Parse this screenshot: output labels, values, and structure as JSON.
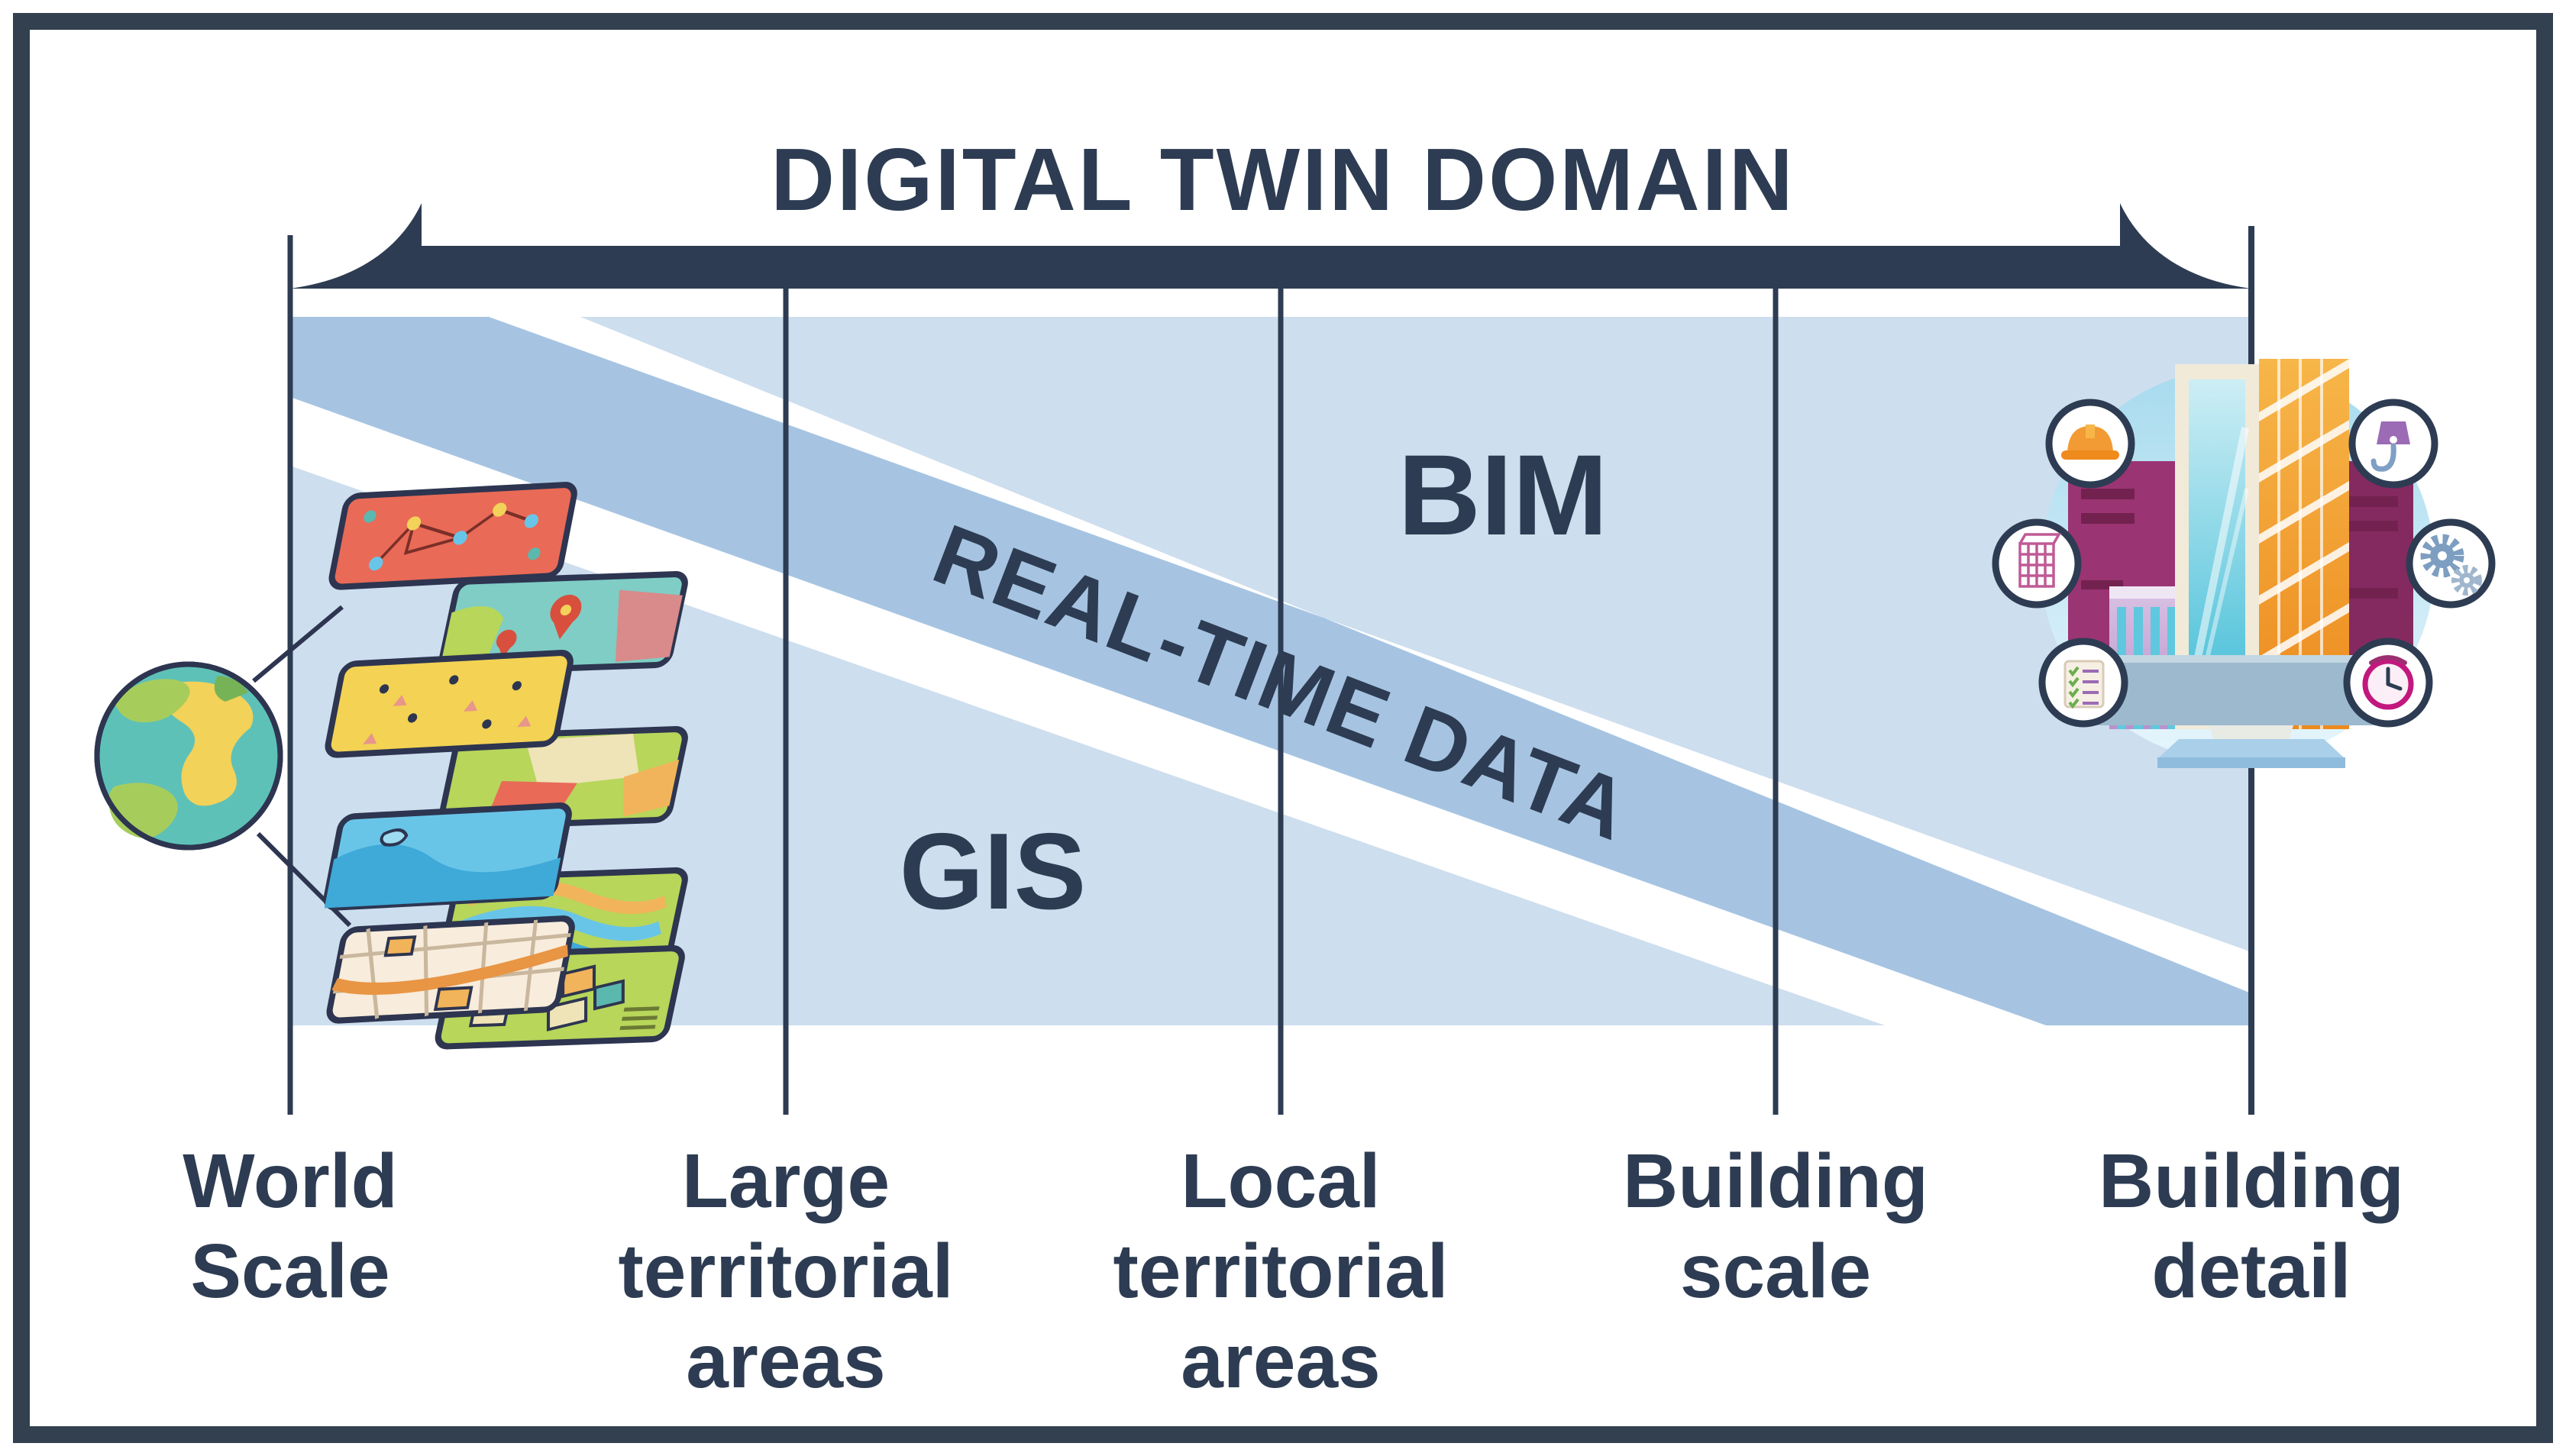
{
  "title": "DIGITAL TWIN DOMAIN",
  "regions": {
    "upper_right_label": "BIM",
    "lower_left_label": "GIS",
    "diagonal_band_label": "REAL-TIME DATA"
  },
  "axis": {
    "labels": [
      {
        "text": "World\nScale"
      },
      {
        "text": "Large\nterritorial\nareas"
      },
      {
        "text": "Local\nterritorial\nareas"
      },
      {
        "text": "Building\nscale"
      },
      {
        "text": "Building\ndetail"
      }
    ]
  },
  "illustrations": {
    "left": {
      "name": "gis-map-layers",
      "parts": [
        "globe",
        "map-layer-stack"
      ]
    },
    "right": {
      "name": "bim-building-model",
      "icon_badges": [
        "hard-hat-icon",
        "crane-hook-icon",
        "wireframe-building-icon",
        "gears-icon",
        "checklist-icon",
        "clock-icon"
      ]
    }
  },
  "colors": {
    "navy": "#2d3c52",
    "light_blue": "#cddeee",
    "medium_blue": "#a6c4e2",
    "white_stripe": "#ffffff",
    "globe_ocean": "#5ec1b8",
    "map_red": "#e96a57",
    "map_yellow": "#f3d254",
    "map_water": "#69c5e8",
    "map_green": "#b7d65a",
    "map_street": "#f8ecdc",
    "building_magenta": "#9b3472",
    "building_orange": "#f2a13a",
    "building_cream": "#f1ead9",
    "glass_cyan": "#5ec9dd",
    "circle_bg": "#b9e2f0"
  }
}
